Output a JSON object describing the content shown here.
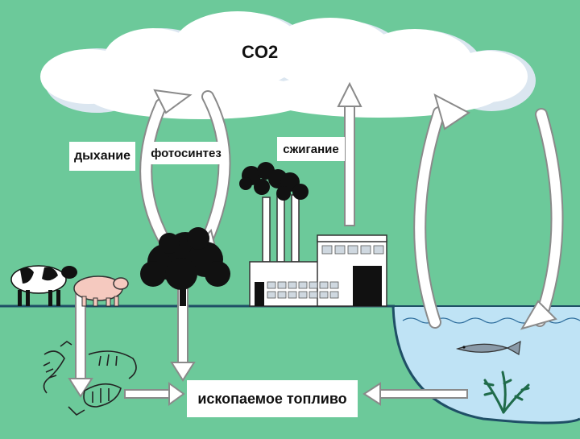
{
  "labels": {
    "co2": "CO2",
    "respiration": "дыхание",
    "photosynthesis": "фотосинтез",
    "combustion": "сжигание",
    "fossil_fuel": "ископаемое топливо"
  },
  "colors": {
    "background": "#6cc99a",
    "cloud": "#ffffff",
    "cloud_shadow": "#d8e4ef",
    "water": "#bfe3f5",
    "ground_line": "#1f4f66",
    "arrow_fill": "#ffffff",
    "arrow_stroke": "#8a8a8a"
  }
}
